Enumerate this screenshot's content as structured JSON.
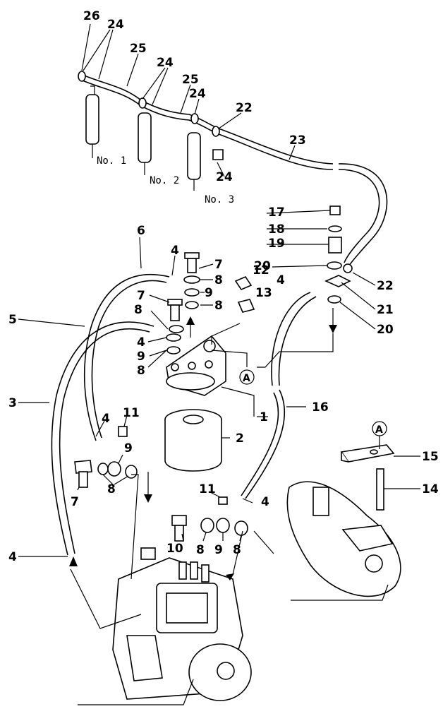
{
  "injector_labels": [
    "No. 1",
    "No. 2",
    "No. 3"
  ],
  "callouts": {
    "c26": "26",
    "c24a": "24",
    "c25a": "25",
    "c24b": "24",
    "c25b": "25",
    "c24c": "24",
    "c22a": "22",
    "c23": "23",
    "c24d": "24",
    "c17": "17",
    "c18": "18",
    "c19": "19",
    "c20a": "20",
    "c22b": "22",
    "c21": "21",
    "c20b": "20",
    "c6": "6",
    "c4a": "4",
    "c7a": "7",
    "c8a": "8",
    "c9a": "9",
    "c12": "12",
    "c13": "13",
    "c7b": "7",
    "c8b": "8",
    "c8c": "8",
    "c4b": "4",
    "c9b": "9",
    "c8d": "8",
    "c5": "5",
    "c3": "3",
    "c1": "1",
    "c2": "2",
    "c16": "16",
    "c4c": "4",
    "c11a": "11",
    "c9c": "9",
    "c7c": "7",
    "c8e": "8",
    "c11b": "11",
    "c4d": "4",
    "c10": "10",
    "c8f": "8",
    "c9d": "9",
    "c8g": "8",
    "c4e": "4",
    "c15": "15",
    "c14": "14",
    "c4f": "4"
  },
  "view_marker": "A"
}
